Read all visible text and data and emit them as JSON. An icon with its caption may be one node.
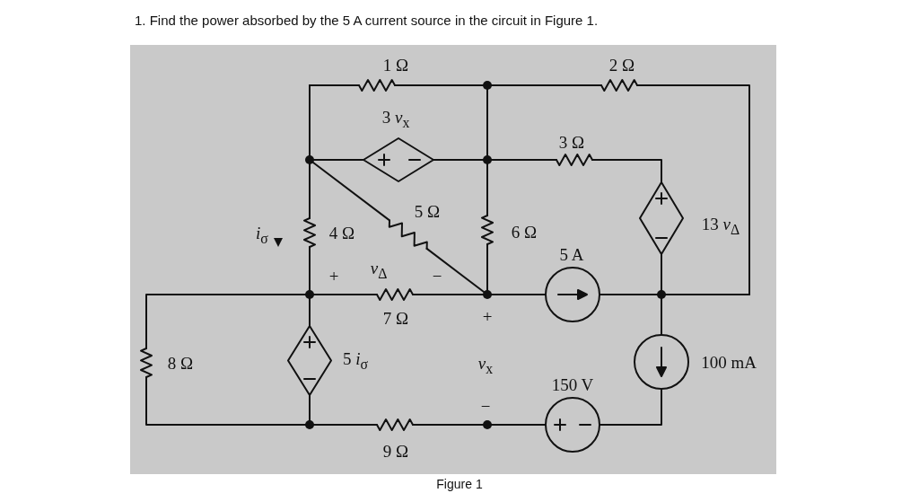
{
  "diagram": {
    "title": "1. Find the power absorbed by the 5 A current source in the circuit in Figure 1.",
    "caption": "Figure 1",
    "labels": [
      "1 Ω",
      "2 Ω",
      "3 *v*$_{x}$",
      "3 Ω",
      "*i*$_{σ}$",
      "4 Ω",
      "5 Ω",
      "6 Ω",
      "13 *v*$_{Δ}$",
      "5 A",
      "+",
      "*v*$_{Δ}$",
      "−",
      "7 Ω",
      "+",
      "8 Ω",
      "5 *i*$_{σ}$",
      "*v*$_{x}$",
      "150 V",
      "100 mA",
      "−",
      "9 Ω"
    ]
  }
}
